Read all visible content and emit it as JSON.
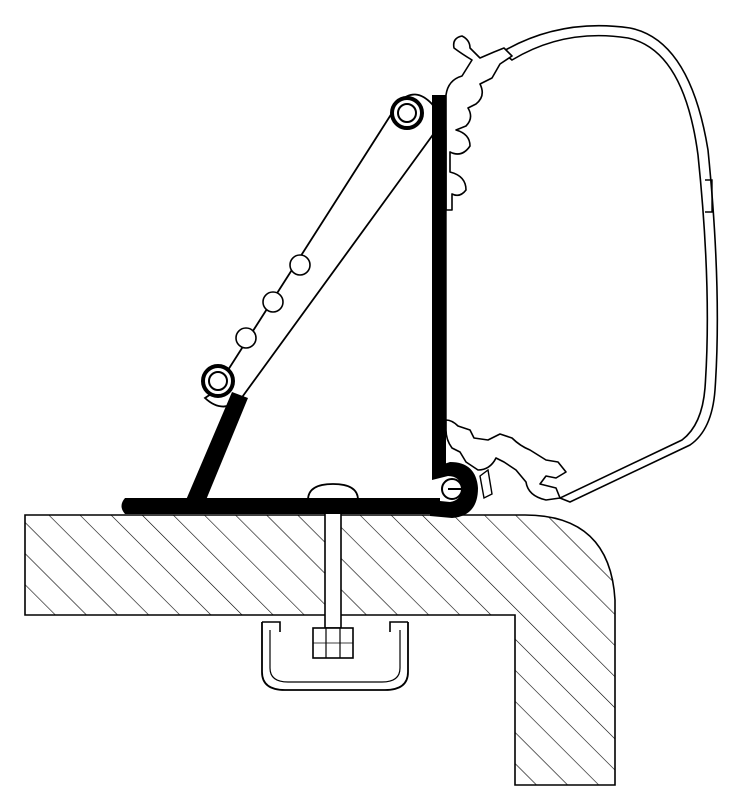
{
  "diagram": {
    "caption": "",
    "colors": {
      "line": "#000000",
      "fill": "#ffffff",
      "bracket": "#000000",
      "hatch": "#000000"
    },
    "parts": [
      {
        "id": "roof-section",
        "icon": "hatched-cross-section"
      },
      {
        "id": "mounting-bracket",
        "icon": "l-bracket"
      },
      {
        "id": "support-arm",
        "icon": "perforated-strut"
      },
      {
        "id": "awning-cassette",
        "icon": "awning-housing"
      },
      {
        "id": "fixing-bolt",
        "icon": "bolt"
      },
      {
        "id": "rail-channel",
        "icon": "c-channel"
      }
    ]
  }
}
